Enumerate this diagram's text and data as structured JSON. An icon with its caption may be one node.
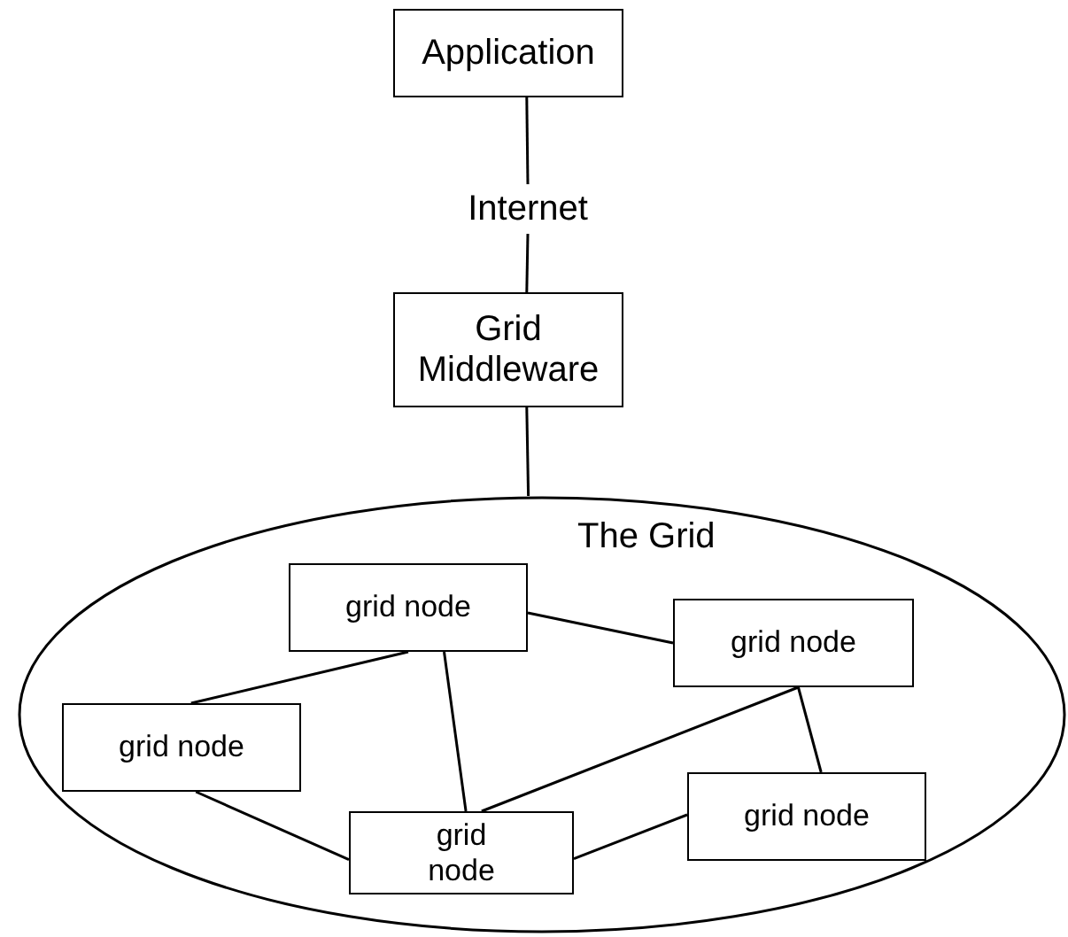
{
  "diagram": {
    "nodes": [
      {
        "text": [
          "Application"
        ]
      },
      {
        "text": [
          "Internet"
        ]
      },
      {
        "text": [
          "Grid Middleware"
        ]
      },
      {
        "text": [
          "The Grid"
        ]
      },
      {
        "text": [
          "grid node"
        ],
        "in": 3
      },
      {
        "text": [
          "grid node"
        ],
        "in": 3
      },
      {
        "text": [
          "grid node"
        ],
        "in": 3
      },
      {
        "text": [
          "grid node"
        ],
        "in": 3
      },
      {
        "text": [
          "grid node"
        ],
        "in": 3
      }
    ],
    "edges": [
      {
        "from": 0,
        "to": 1,
        "arrow": "none"
      },
      {
        "from": 1,
        "to": 2,
        "arrow": "none"
      },
      {
        "from": 2,
        "to": 3,
        "arrow": "none"
      },
      {
        "from": 4,
        "to": 5,
        "arrow": "none"
      },
      {
        "from": 4,
        "to": 6,
        "arrow": "none"
      },
      {
        "from": 4,
        "to": 7,
        "arrow": "none"
      },
      {
        "from": 6,
        "to": 7,
        "arrow": "none"
      },
      {
        "from": 5,
        "to": 7,
        "arrow": "none"
      },
      {
        "from": 5,
        "to": 8,
        "arrow": "none"
      },
      {
        "from": 7,
        "to": 8,
        "arrow": "none"
      }
    ]
  }
}
